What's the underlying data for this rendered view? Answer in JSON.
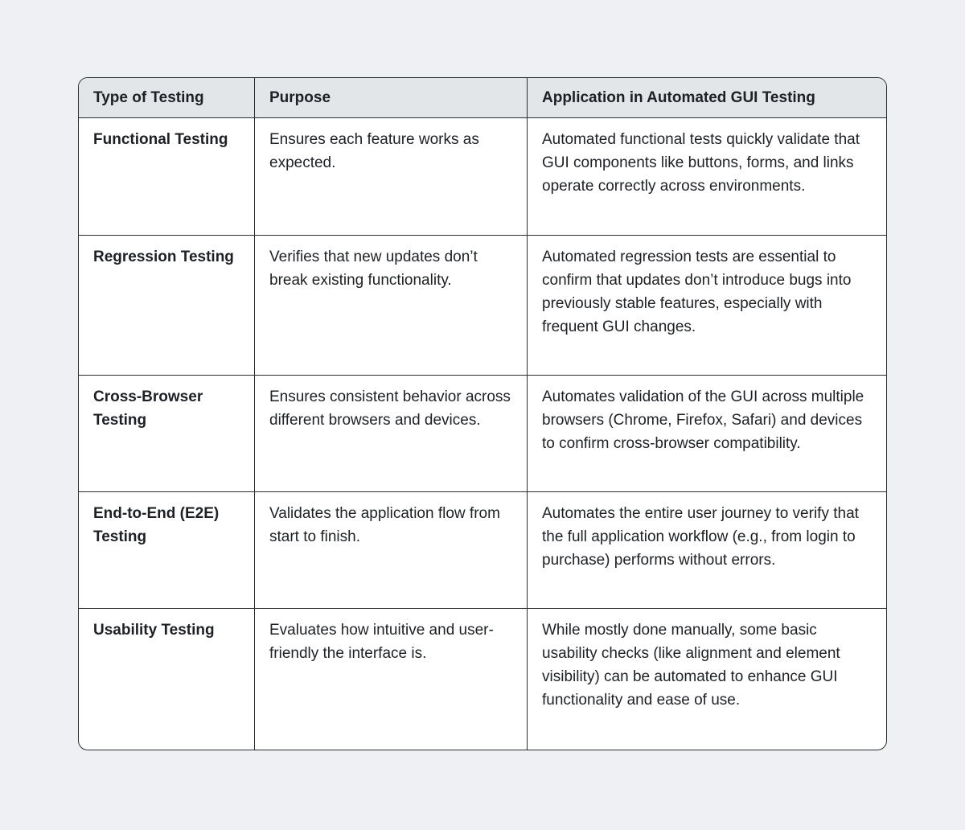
{
  "colors": {
    "page_background": "#eef0f4",
    "header_background": "#e3e6e9",
    "body_background": "#ffffff",
    "border": "#2b2d30",
    "text": "#1d2025"
  },
  "table": {
    "columns": [
      {
        "label": "Type of Testing"
      },
      {
        "label": "Purpose"
      },
      {
        "label": "Application in Automated GUI Testing"
      }
    ],
    "rows": [
      {
        "type": "Functional Testing",
        "purpose": "Ensures each feature works as expected.",
        "application": "Automated functional tests quickly validate that GUI components like buttons, forms, and links operate correctly across environments."
      },
      {
        "type": "Regression Testing",
        "purpose": "Verifies that new updates don’t break existing functionality.",
        "application": "Automated regression tests are essential to confirm that updates don’t introduce bugs into previously stable features, especially with frequent GUI changes."
      },
      {
        "type": "Cross-Browser Testing",
        "purpose": "Ensures consistent behavior across different browsers and devices.",
        "application": "Automates validation of the GUI across multiple browsers (Chrome, Firefox, Safari) and devices to confirm cross-browser compatibility."
      },
      {
        "type": "End-to-End (E2E) Testing",
        "purpose": "Validates the application flow from start to finish.",
        "application": "Automates the entire user journey to verify that the full application workflow (e.g., from login to purchase) performs without errors."
      },
      {
        "type": "Usability Testing",
        "purpose": "Evaluates how intuitive and user-friendly the interface is.",
        "application": "While mostly done manually, some basic usability checks (like alignment and element visibility) can be automated to enhance GUI functionality and ease of use."
      }
    ]
  }
}
